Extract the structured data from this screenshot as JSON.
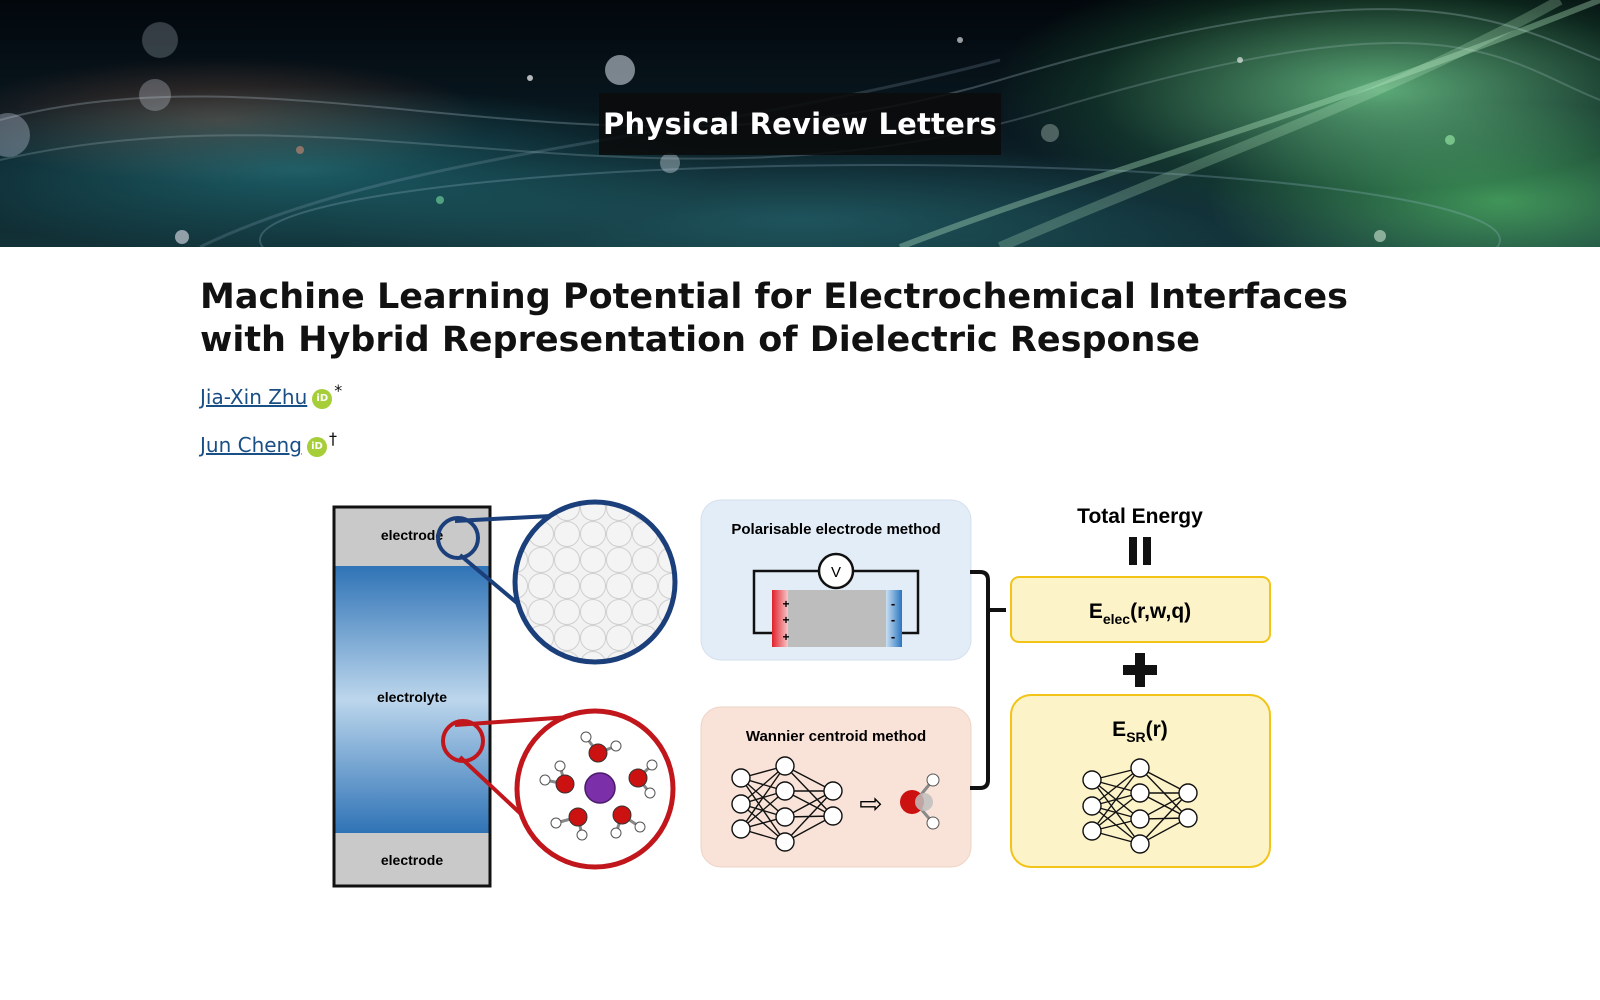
{
  "journal": {
    "name": "Physical Review Letters"
  },
  "article": {
    "title": "Machine Learning Potential for Electrochemical Interfaces with Hybrid Representation of Dielectric Response"
  },
  "authors": [
    {
      "name": "Jia-Xin Zhu",
      "orcid_label": "iD",
      "mark": "*"
    },
    {
      "name": "Jun Cheng",
      "orcid_label": "iD",
      "mark": "†"
    }
  ],
  "figure": {
    "electrode_top": "electrode",
    "electrolyte": "electrolyte",
    "electrode_bottom": "electrode",
    "polarisable_title": "Polarisable electrode method",
    "voltmeter": "V",
    "plus": "+",
    "minus": "-",
    "wannier_title": "Wannier centroid method",
    "arrow": "⇨",
    "total_energy": "Total Energy",
    "equals": "=",
    "e_elec_main": "E",
    "e_elec_sub": "elec",
    "e_elec_args": "(r,w,q)",
    "plus_sign": "+",
    "e_sr_main": "E",
    "e_sr_sub": "SR",
    "e_sr_args": "(r)"
  },
  "colors": {
    "link": "#1a4f86",
    "orcid": "#a6ce39",
    "zoom_blue": "#1b3f7a",
    "zoom_red": "#c0161c",
    "polar_bg": "#e3edf8",
    "wannier_bg": "#f9e3d8",
    "energy_bg": "#fdf3c8",
    "energy_border": "#f2c418"
  }
}
